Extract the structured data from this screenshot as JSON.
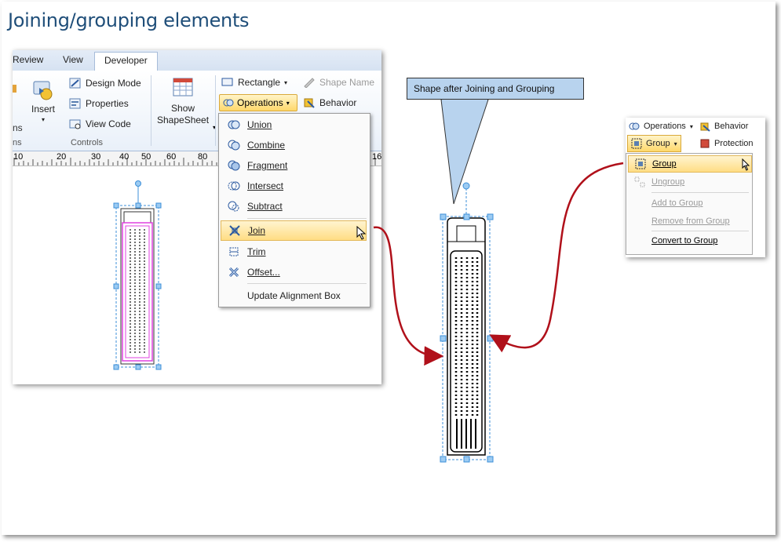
{
  "page_title": "Joining/grouping elements",
  "ribbon": {
    "tabs": [
      {
        "label": "Review"
      },
      {
        "label": "View"
      },
      {
        "label": "Developer"
      }
    ],
    "side_fragments": {
      "top": "ns",
      "bottom": "ns"
    },
    "controls_group": {
      "insert_label": "Insert",
      "design_mode_label": "Design Mode",
      "properties_label": "Properties",
      "view_code_label": "View Code",
      "group_label": "Controls"
    },
    "show_shapesheet": {
      "line1": "Show",
      "line2": "ShapeSheet"
    },
    "rectangle_label": "Rectangle",
    "shape_name_label": "Shape Name",
    "operations_label": "Operations",
    "behavior_label": "Behavior"
  },
  "ruler_labels": [
    "10",
    "20",
    "30",
    "40",
    "50",
    "60",
    "80",
    "16"
  ],
  "operations_menu": {
    "items": [
      {
        "label": "Union",
        "icon": "union-icon"
      },
      {
        "label": "Combine",
        "icon": "combine-icon"
      },
      {
        "label": "Fragment",
        "icon": "fragment-icon"
      },
      {
        "label": "Intersect",
        "icon": "intersect-icon"
      },
      {
        "label": "Subtract",
        "icon": "subtract-icon"
      },
      {
        "label": "Join",
        "icon": "join-icon",
        "highlighted": true
      },
      {
        "label": "Trim",
        "icon": "trim-icon"
      },
      {
        "label": "Offset...",
        "icon": "offset-icon"
      },
      {
        "label": "Update Alignment Box",
        "icon": ""
      }
    ]
  },
  "callout_text": "Shape after Joining and Grouping",
  "group_panel": {
    "operations_label": "Operations",
    "behavior_label": "Behavior",
    "group_button_label": "Group",
    "protection_label": "Protection",
    "menu": [
      {
        "label": "Group",
        "enabled": true,
        "highlighted": true
      },
      {
        "label": "Ungroup",
        "enabled": false
      },
      {
        "label": "Add to Group",
        "enabled": false
      },
      {
        "label": "Remove from Group",
        "enabled": false
      },
      {
        "label": "Convert to Group",
        "enabled": true
      }
    ]
  },
  "colors": {
    "title": "#1f4e79",
    "arrow": "#b0101a",
    "callout_fill": "#b8d3ee",
    "highlight": "#ffdd84",
    "selection_handle": "#3c8fd8"
  }
}
